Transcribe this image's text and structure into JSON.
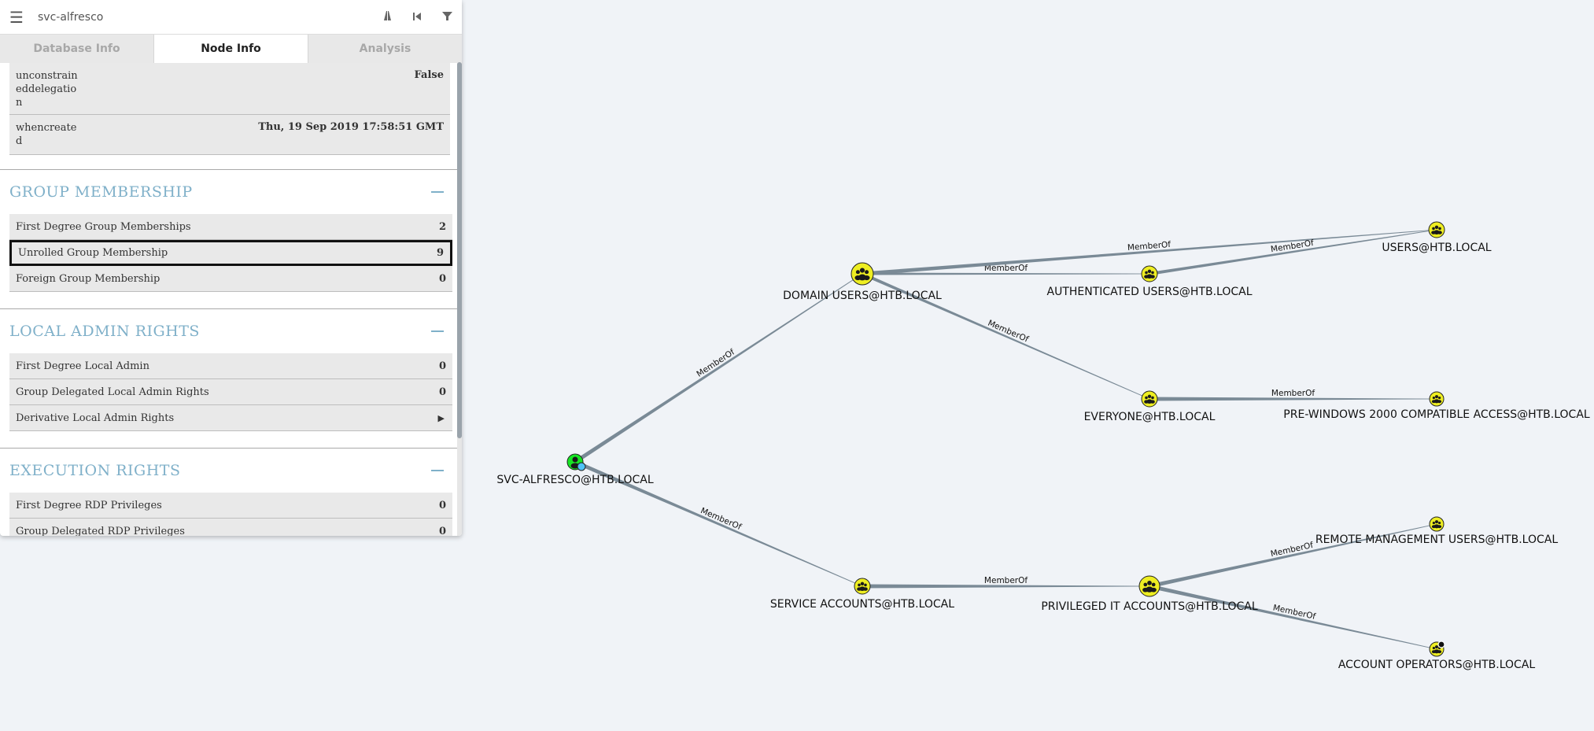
{
  "search": {
    "value": "svc-alfresco"
  },
  "tabs": [
    {
      "label": "Database Info",
      "active": false
    },
    {
      "label": "Node Info",
      "active": true
    },
    {
      "label": "Analysis",
      "active": false
    }
  ],
  "properties": [
    {
      "key": "unconstraineddelegation",
      "value": "False"
    },
    {
      "key": "whencreated",
      "value": "Thu, 19 Sep 2019 17:58:51 GMT"
    }
  ],
  "sections": {
    "group_membership": {
      "title": "GROUP MEMBERSHIP",
      "items": [
        {
          "label": "First Degree Group Memberships",
          "count": "2"
        },
        {
          "label": "Unrolled Group Membership",
          "count": "9"
        },
        {
          "label": "Foreign Group Membership",
          "count": "0"
        }
      ]
    },
    "local_admin": {
      "title": "LOCAL ADMIN RIGHTS",
      "items": [
        {
          "label": "First Degree Local Admin",
          "count": "0"
        },
        {
          "label": "Group Delegated Local Admin Rights",
          "count": "0"
        },
        {
          "label": "Derivative Local Admin Rights",
          "count": ""
        }
      ]
    },
    "execution": {
      "title": "EXECUTION RIGHTS",
      "items": [
        {
          "label": "First Degree RDP Privileges",
          "count": "0"
        },
        {
          "label": "Group Delegated RDP Privileges",
          "count": "0"
        }
      ]
    }
  },
  "graph": {
    "colors": {
      "group_node": "#eeee22",
      "user_node": "#17e625",
      "edge": "#7a8a96",
      "background": "#f0f3f7"
    },
    "nodes": [
      {
        "id": "svc",
        "label": "SVC-ALFRESCO@HTB.LOCAL",
        "kind": "user"
      },
      {
        "id": "du",
        "label": "DOMAIN USERS@HTB.LOCAL",
        "kind": "group"
      },
      {
        "id": "au",
        "label": "AUTHENTICATED USERS@HTB.LOCAL",
        "kind": "group"
      },
      {
        "id": "users",
        "label": "USERS@HTB.LOCAL",
        "kind": "group"
      },
      {
        "id": "everyone",
        "label": "EVERYONE@HTB.LOCAL",
        "kind": "group"
      },
      {
        "id": "prewin",
        "label": "PRE-WINDOWS 2000 COMPATIBLE ACCESS@HTB.LOCAL",
        "kind": "group"
      },
      {
        "id": "sa",
        "label": "SERVICE ACCOUNTS@HTB.LOCAL",
        "kind": "group"
      },
      {
        "id": "pit",
        "label": "PRIVILEGED IT ACCOUNTS@HTB.LOCAL",
        "kind": "group"
      },
      {
        "id": "rmu",
        "label": "REMOTE MANAGEMENT USERS@HTB.LOCAL",
        "kind": "group"
      },
      {
        "id": "ao",
        "label": "ACCOUNT OPERATORS@HTB.LOCAL",
        "kind": "group"
      }
    ],
    "edges": [
      {
        "from": "svc",
        "to": "du",
        "label": "MemberOf"
      },
      {
        "from": "svc",
        "to": "sa",
        "label": "MemberOf"
      },
      {
        "from": "du",
        "to": "au",
        "label": "MemberOf"
      },
      {
        "from": "du",
        "to": "users",
        "label": "MemberOf"
      },
      {
        "from": "du",
        "to": "everyone",
        "label": "MemberOf"
      },
      {
        "from": "au",
        "to": "users",
        "label": "MemberOf"
      },
      {
        "from": "everyone",
        "to": "prewin",
        "label": "MemberOf"
      },
      {
        "from": "sa",
        "to": "pit",
        "label": "MemberOf"
      },
      {
        "from": "pit",
        "to": "rmu",
        "label": "MemberOf"
      },
      {
        "from": "pit",
        "to": "ao",
        "label": "MemberOf"
      }
    ]
  }
}
